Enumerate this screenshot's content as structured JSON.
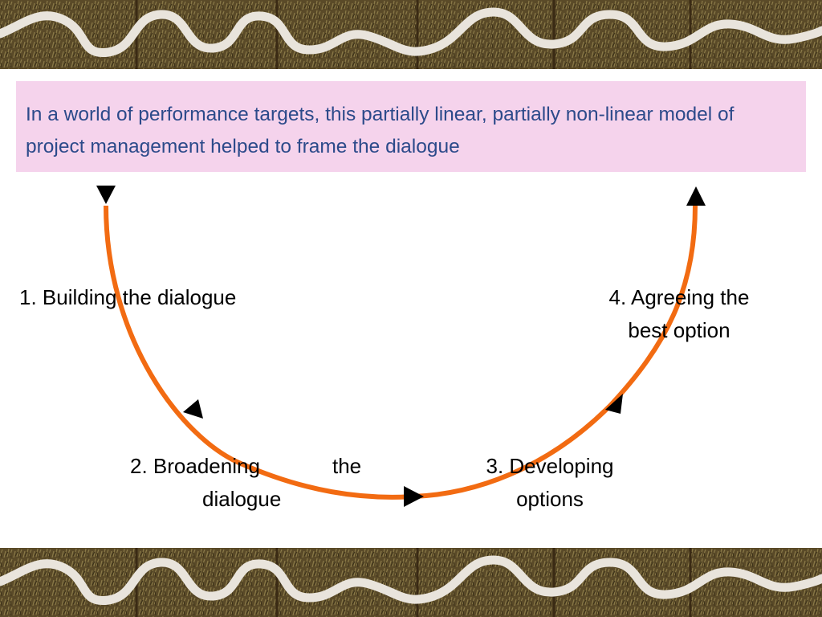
{
  "callout": {
    "text": "In a world of performance targets, this partially linear, partially non-linear model of project management helped to frame the dialogue"
  },
  "steps": {
    "step1": "1. Building the dialogue",
    "step2_part1": "2. Broadening",
    "step2_part2": "the",
    "step2_part3": "dialogue",
    "step3_line1": "3. Developing",
    "step3_line2": "options",
    "step4_line1": "4. Agreeing the",
    "step4_line2": "best option"
  },
  "colors": {
    "callout_bg": "#f5d3ec",
    "callout_text": "#2c4a8a",
    "arc": "#f26b12",
    "arrows": "#000000"
  }
}
